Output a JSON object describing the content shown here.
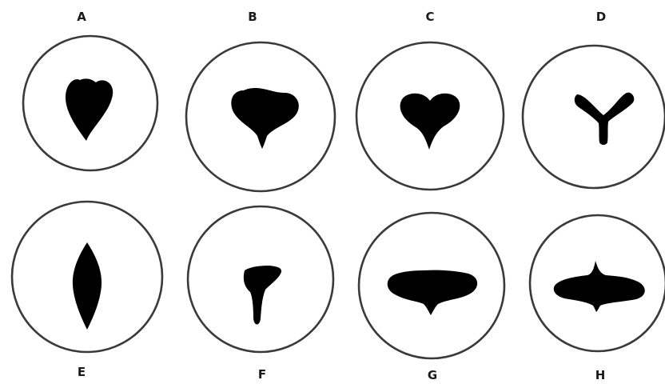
{
  "panels": [
    {
      "label": "A",
      "shape_icon": "teardrop-shape"
    },
    {
      "label": "B",
      "shape_icon": "wide-teardrop-shape"
    },
    {
      "label": "C",
      "shape_icon": "heart-shape"
    },
    {
      "label": "D",
      "shape_icon": "y-shape"
    },
    {
      "label": "E",
      "shape_icon": "lens-shape"
    },
    {
      "label": "F",
      "shape_icon": "tee-shape"
    },
    {
      "label": "G",
      "shape_icon": "flat-oval-shape"
    },
    {
      "label": "H",
      "shape_icon": "cross-oval-shape"
    }
  ],
  "colors": {
    "outline": "#3a3a3a",
    "fill": "#000000",
    "background": "#ffffff"
  }
}
